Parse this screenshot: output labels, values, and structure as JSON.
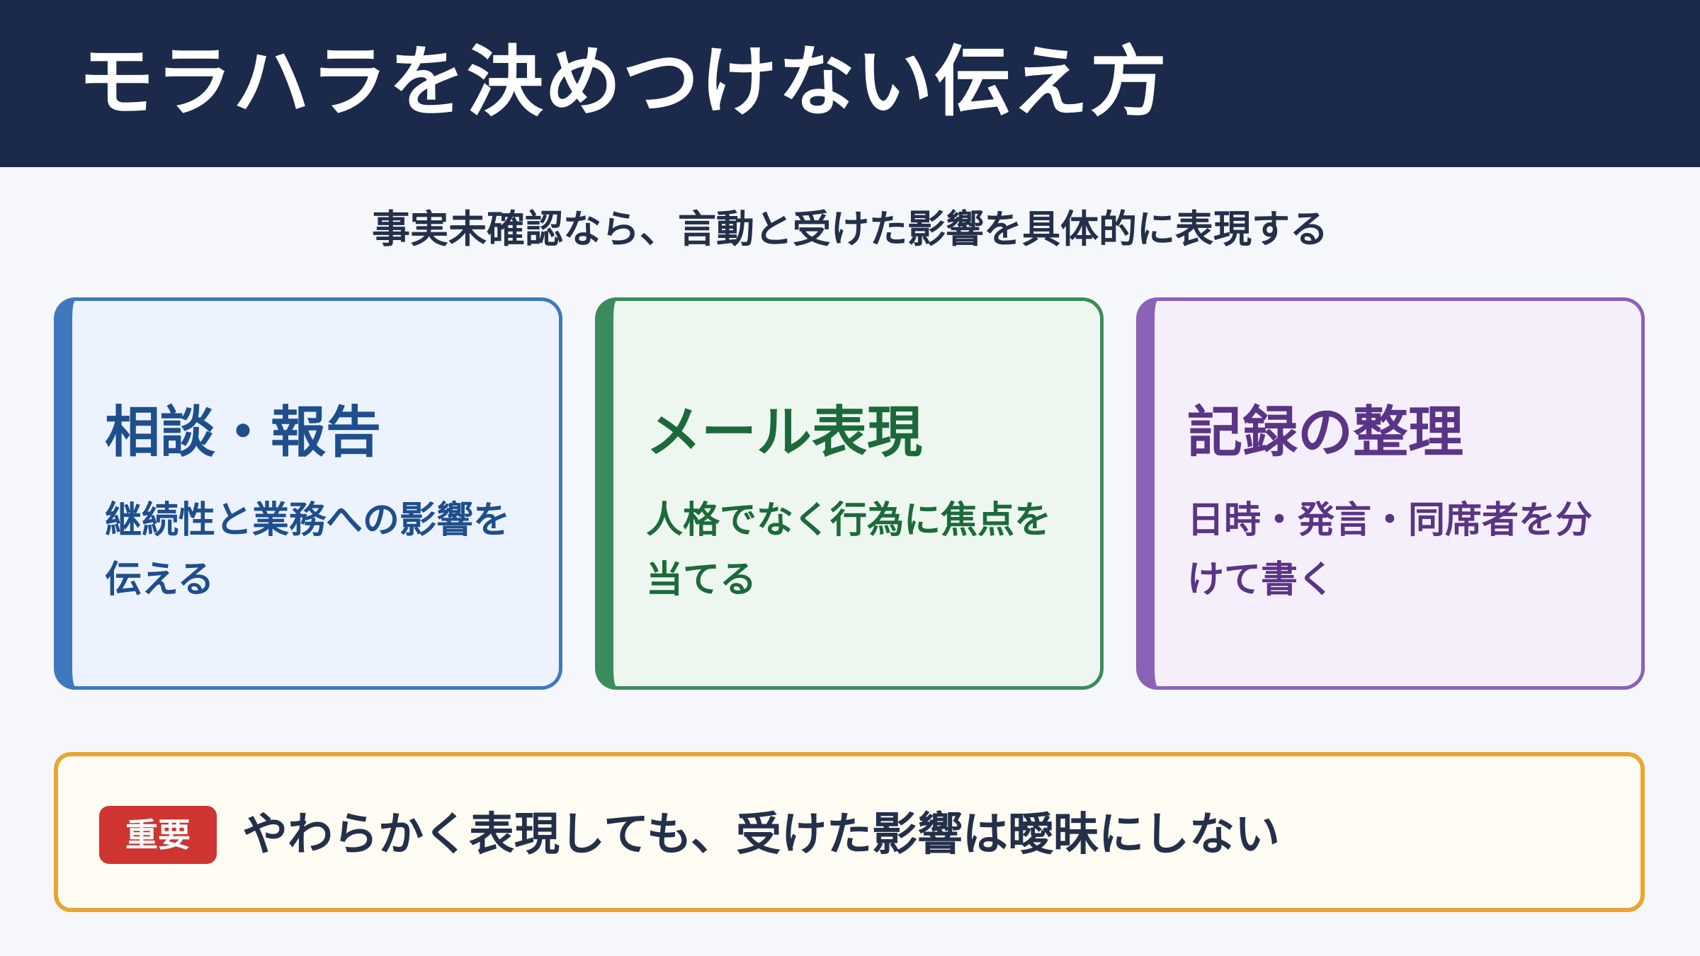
{
  "header": {
    "title": "モラハラを決めつけない伝え方"
  },
  "subtitle": "事実未確認なら、言動と受けた影響を具体的に表現する",
  "cards": [
    {
      "title": "相談・報告",
      "line1": "継続性と業務への影響を",
      "line2": "伝える",
      "color": "#3f78bd"
    },
    {
      "title": "メール表現",
      "line1": "人格でなく行為に焦点を",
      "line2": "当てる",
      "color": "#3a8c5c"
    },
    {
      "title": "記録の整理",
      "line1": "日時・発言・同席者を分",
      "line2": "けて書く",
      "color": "#8a62b8"
    }
  ],
  "note": {
    "badge": "重要",
    "text": "やわらかく表現しても、受けた影響は曖昧にしない",
    "accent": "#e8a530",
    "badge_color": "#cf3530"
  },
  "colors": {
    "header_bg": "#1b2a4a",
    "page_bg": "#f5f7fb"
  }
}
